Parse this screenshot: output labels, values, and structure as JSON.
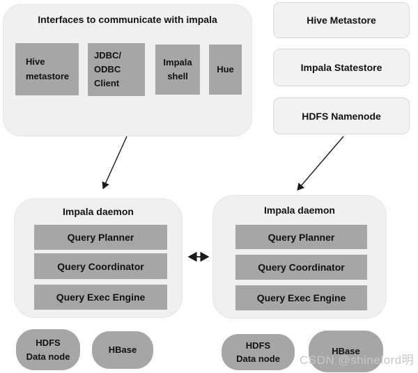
{
  "colors": {
    "background": "#ffffff",
    "panel_fill": "#f0f0f0",
    "panel_border": "#e6e6e6",
    "side_node_fill": "#f2f2f2",
    "side_node_border": "#d8d8d8",
    "gray_block": "#a6a6a6",
    "text": "#111111",
    "arrow": "#1a1a1a",
    "watermark": "#c8c8c8"
  },
  "interfaces_panel": {
    "title": "Interfaces to communicate with impala",
    "items": [
      {
        "label": "Hive\nmetastore"
      },
      {
        "label": "JDBC/\nODBC\nClient"
      },
      {
        "label": "Impala\nshell"
      },
      {
        "label": "Hue"
      }
    ]
  },
  "side_nodes": [
    {
      "label": "Hive Metastore"
    },
    {
      "label": "Impala Statestore"
    },
    {
      "label": "HDFS Namenode"
    }
  ],
  "daemons": [
    {
      "title": "Impala daemon",
      "components": [
        {
          "label": "Query Planner"
        },
        {
          "label": "Query Coordinator"
        },
        {
          "label": "Query Exec Engine"
        }
      ]
    },
    {
      "title": "Impala daemon",
      "components": [
        {
          "label": "Query Planner"
        },
        {
          "label": "Query Coordinator"
        },
        {
          "label": "Query Exec Engine"
        }
      ]
    }
  ],
  "storage_nodes": [
    {
      "label": "HDFS\nData node"
    },
    {
      "label": "HBase"
    },
    {
      "label": "HDFS\nData node"
    },
    {
      "label": "HBase"
    }
  ],
  "watermark": "CSDN @shinelord明"
}
